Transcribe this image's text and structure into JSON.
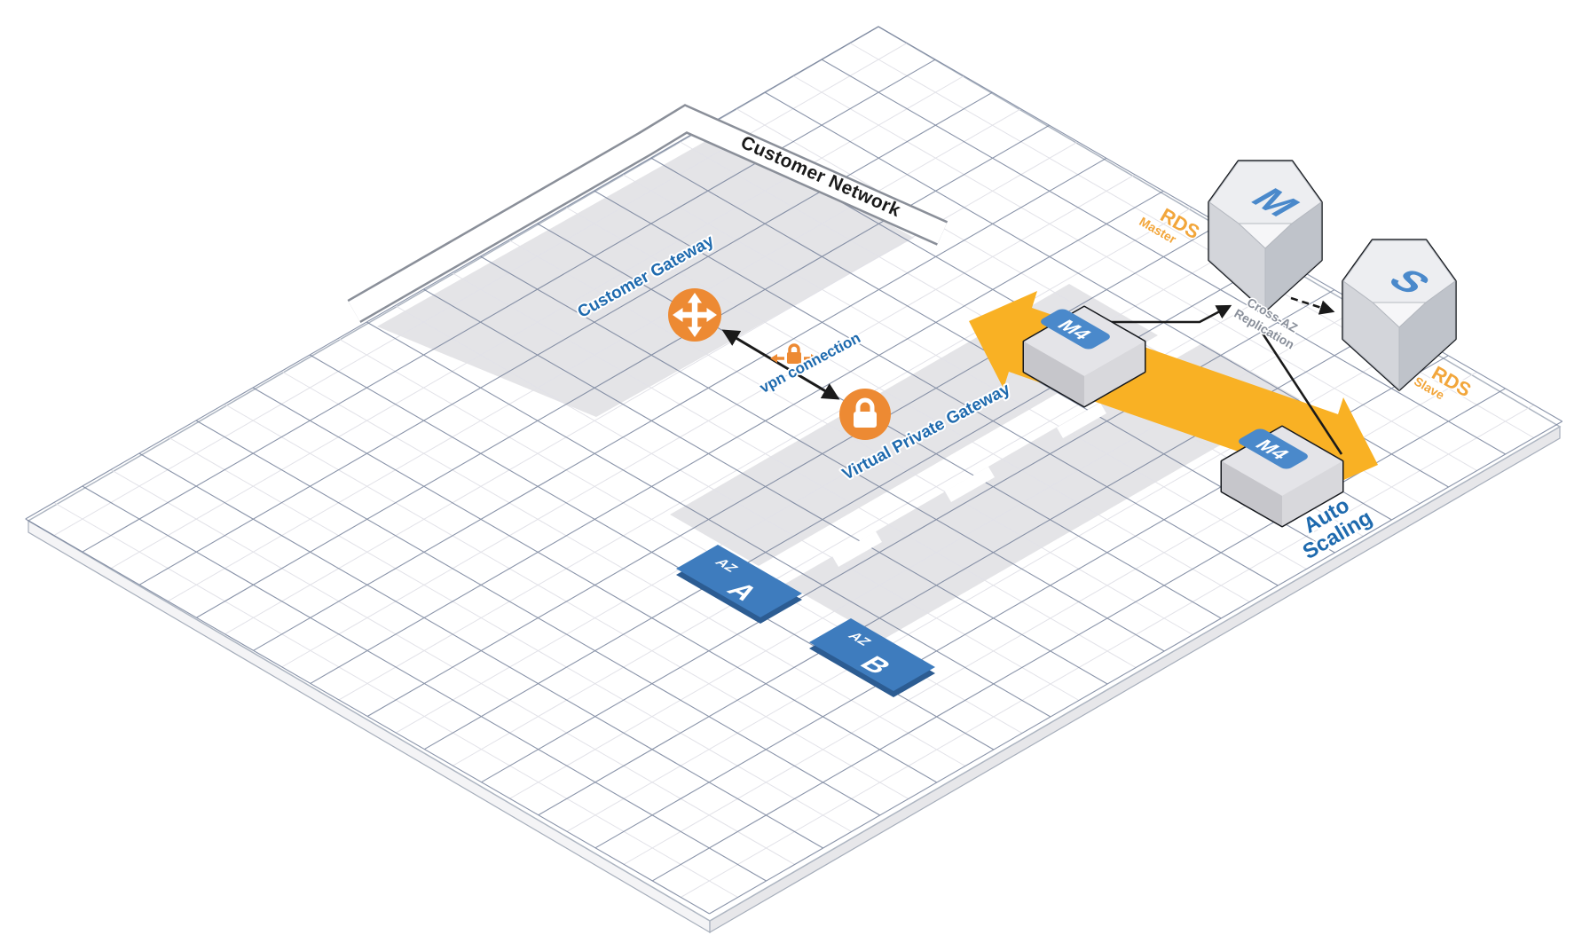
{
  "diagram": {
    "customer_network_title": "Customer Network",
    "customer_gateway_label": "Customer Gateway",
    "vpn_connection_label": "vpn connection",
    "virtual_private_gateway_label": "Virtual Private Gateway",
    "auto_scaling": {
      "line1": "Auto",
      "line2": "Scaling"
    },
    "cross_az_replication": {
      "line1": "Cross-AZ",
      "line2": "Replication"
    },
    "rds_master": {
      "name": "RDS",
      "role": "Master",
      "letter": "M"
    },
    "rds_slave": {
      "name": "RDS",
      "role": "Slave",
      "letter": "S"
    },
    "az_a": {
      "prefix": "AZ",
      "letter": "A"
    },
    "az_b": {
      "prefix": "AZ",
      "letter": "B"
    },
    "instance_label": "M4",
    "colors": {
      "orange": "#ED8A33",
      "gold_band": "#F9B124",
      "gold_text": "#F2A63B",
      "label_blue": "#1E6AAE",
      "az_blue": "#3E7CBE",
      "az_blue_dark": "#2C5C92",
      "badge_blue": "#4A89CB",
      "replication_gray": "#8A909B",
      "zone_gray": "#E4E4E7",
      "title_black": "#1A1A1A"
    }
  }
}
